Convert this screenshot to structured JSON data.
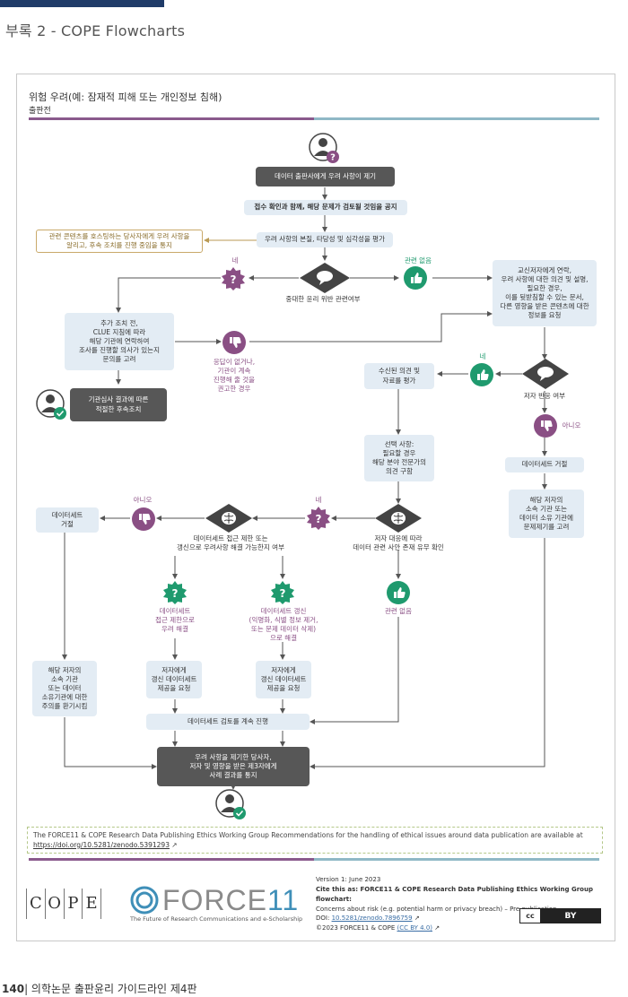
{
  "page": {
    "heading": "부록 2 - COPE Flowcharts",
    "footer_page_number": "140",
    "footer_text": "| 의학논문 출판윤리 가이드라인 제4판"
  },
  "chart": {
    "title": "위험 우려(예: 잠재적 피해 또는 개인정보 침해)",
    "subtitle": "출판전"
  },
  "nodes": {
    "n_start": "데이터 출판사에게 우려 사항이 제기",
    "n_ack": "접수 확인과 함께, 해당 문제가 검토될 것임을 공지",
    "n_evaluate": "우려 사항의 본질, 타당성 및 심각성을 평가",
    "n_hosting_note": "관련 콘텐츠를 호스팅하는 당사자에게 우려 사항을\n알리고, 후속 조치를 진행 중임을 통지",
    "n_q_serious": "중대한 윤리 위반 관련여부",
    "n_contact_author": "교신저자에게 연락,\n우려 사항에 대한 의견 및 설명,\n필요한 경우,\n이를 뒷받침할 수 있는 문서,\n다른 영향을 받은 콘텐츠에 대한\n정보를 요청",
    "n_institution": "추가 조치 전,\nCLUE 지침에 따라\n해당 기관에 연락하여\n조사를 진행할 의사가 있는지\n문의를 고려",
    "n_no_response_label": "응답이 없거나,\n기관이 계속\n진행해 줄 것을\n권고한 경우",
    "n_follow_up": "기관심사 결과에 따른\n적절한 후속조치",
    "n_assess_received": "수신된 의견 및\n자료를 평가",
    "n_q_author_response": "저자 반응 여부",
    "n_reject_dataset_right": "데이터세트 거절",
    "n_expert_opinion": "선택 사항:\n필요할 경우\n해당 분야 전문가의\n의견 구함",
    "n_notify_owner": "해당 저자의\n소속 기관 또는\n데이터 소유 기관에\n문제제기를 고려",
    "n_q_data_issue": "저자 대응에 따라\n데이터 관련 사안 존재 유무 확인",
    "n_q_resolve": "데이터세트 접근 제한 또는\n갱신으로 우려사항 해결 가능한지 여부",
    "n_reject_dataset_left": "데이터세트\n거절",
    "n_resolve_restrict": "데이터세트\n접근 제한으로\n우려 해결",
    "n_resolve_update": "데이터세트 갱신\n(익명화, 식별 정보 제거,\n또는 문제 데이터 삭제)\n으로 해결",
    "n_req_restrict": "저자에게\n갱신 데이터세트\n제공을 요청",
    "n_req_update": "저자에게\n갱신 데이터세트\n제공을 요청",
    "n_continue_review": "데이터세트 검토를 계속 진행",
    "n_alert_institution": "해당 저자의\n소속 기관\n또는 데이터\n소유기관에 대한\n주의를 환기시킴",
    "n_final_notify": "우려 사항을 제기한 당사자,\n저자 및 영향을 받은 제3자에게\n사례 결과를 통지"
  },
  "labels": {
    "yes_1": "네",
    "irrelevant_1": "관련 없음",
    "yes_2": "네",
    "no_1": "아니오",
    "no_2": "아니오",
    "yes_3": "네",
    "irrelevant_2": "관련 없음"
  },
  "icons": {
    "user_question": "person-question-icon",
    "question_badge": "question-badge-icon",
    "thumbs_up": "thumbs-up-icon",
    "thumbs_down": "thumbs-down-icon",
    "speech_diamond": "speech-bubble-diamond-icon",
    "user_check": "person-check-icon",
    "brain_diamond": "brain-diamond-icon",
    "colors": {
      "purple": "#8a4f84",
      "green": "#1f9a6e",
      "dark": "#575757",
      "light_blue": "#e3ecf4"
    }
  },
  "footer": {
    "note": "The FORCE11 & COPE Research Data Publishing Ethics Working Group Recommendations for the handling of ethical issues around data publication are available at",
    "note_link": "https://doi.org/10.5281/zenodo.5391293",
    "cope_letters": [
      "C",
      "O",
      "P",
      "E"
    ],
    "force11_word": "FORCE",
    "force11_num": "11",
    "force11_tagline": "The Future of Research Communications and e-Scholarship",
    "version": "Version 1: June 2023",
    "cite_bold": "Cite this as: FORCE11 & COPE Research Data Publishing Ethics Working Group flowchart:",
    "cite_rest": "Concerns about risk (e.g. potential harm or privacy breach) – Pre-publication",
    "doi_prefix": "DOI: ",
    "doi_link": "10.5281/zenodo.7896759",
    "copyright": "©2023 FORCE11 & COPE",
    "license_link": "(CC BY 4.0)",
    "cc_left": "cc",
    "cc_right": "BY"
  }
}
